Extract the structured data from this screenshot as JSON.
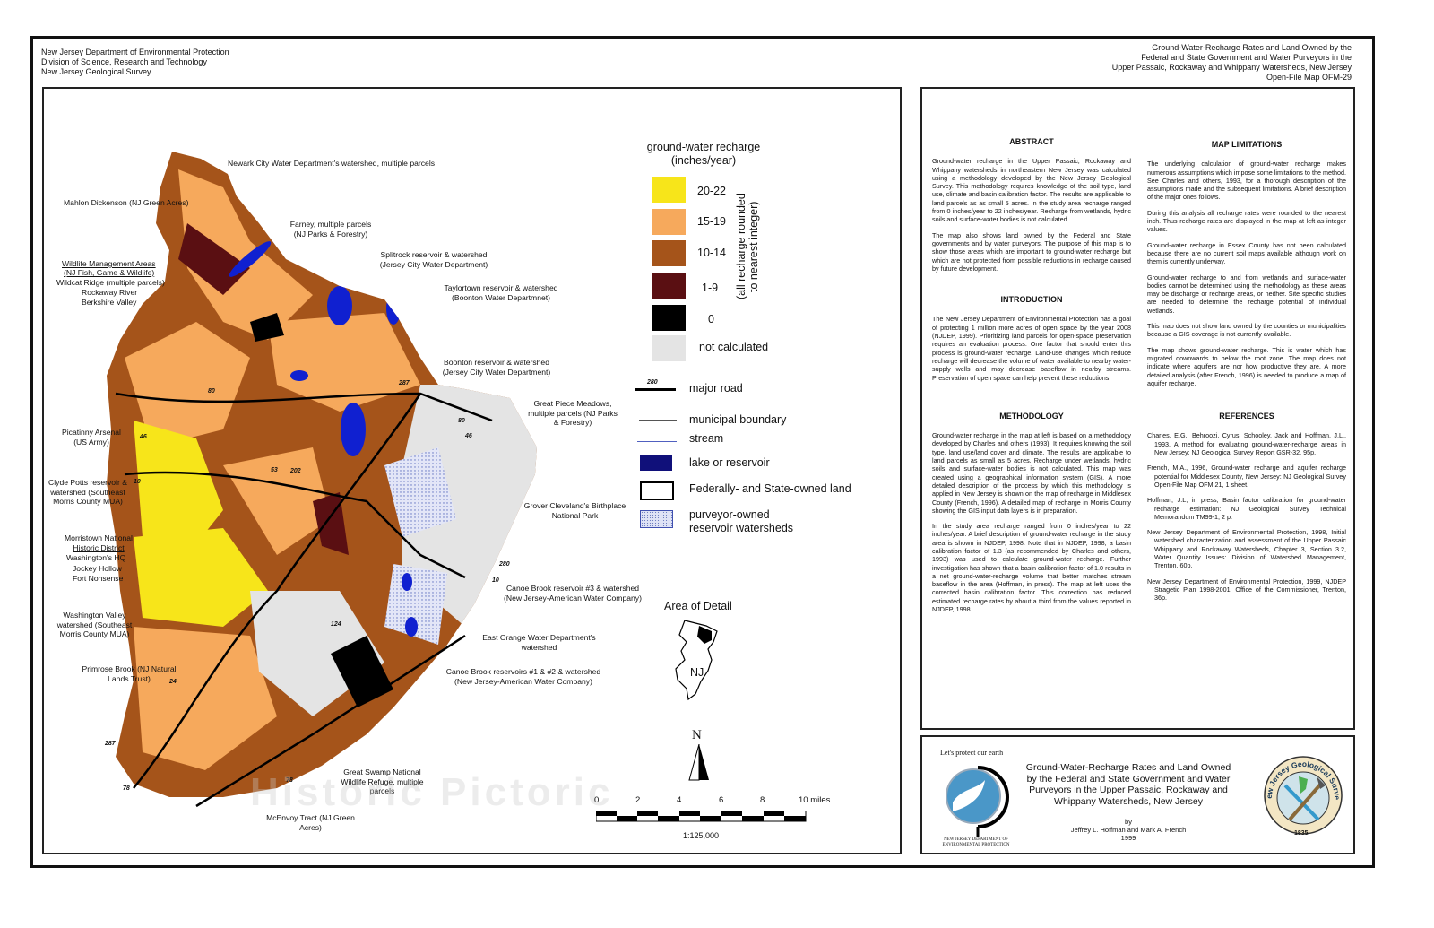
{
  "header": {
    "left": [
      "New Jersey Department of Environmental Protection",
      "Division of Science, Research and Technology",
      "New Jersey Geological Survey"
    ],
    "right": [
      "Ground-Water-Recharge Rates and Land Owned by the",
      "Federal and State Government and Water Purveyors in the",
      "Upper Passaic, Rockaway and Whippany Watersheds, New Jersey",
      "Open-File Map OFM-29"
    ]
  },
  "legend": {
    "title": "ground-water recharge (inches/year)",
    "rounding_note": "(all recharge rounded to nearest integer)",
    "classes": [
      {
        "label": "20-22",
        "color": "#f7e51a"
      },
      {
        "label": "15-19",
        "color": "#f6a95c"
      },
      {
        "label": "10-14",
        "color": "#a5541a"
      },
      {
        "label": "1-9",
        "color": "#5a0f12"
      },
      {
        "label": "0",
        "color": "#000000"
      },
      {
        "label": "not calculated",
        "color": "#e4e4e4"
      }
    ],
    "road_sample_number": "280",
    "items": {
      "major_road": "major road",
      "municipal_boundary": "municipal boundary",
      "stream": "stream",
      "lake": "lake or reservoir",
      "federal_state_land": "Federally- and State-owned land",
      "purveyor": "purveyor-owned reservoir watersheds"
    },
    "colors": {
      "lake": "#10107a",
      "stream": "#5060c0",
      "purveyor_fill": "#dfe3f6"
    }
  },
  "map_labels": {
    "newark": "Newark City Water Department's watershed, multiple parcels",
    "mahlon": "Mahlon Dickenson (NJ Green Acres)",
    "farney": "Farney, multiple parcels (NJ Parks & Forestry)",
    "splitrock": "Splitrock reservoir & watershed (Jersey City Water Department)",
    "wma1": "Wildlife Management Areas",
    "wma2": "(NJ Fish, Game & Wildlife)",
    "wildcat": "Wildcat Ridge (multiple parcels)",
    "rockaway": "Rockaway River",
    "berkshire": "Berkshire Valley",
    "taylortown": "Taylortown reservoir & watershed (Boonton Water Departmnet)",
    "boonton": "Boonton reservoir & watershed (Jersey City Water Department)",
    "greatpiece": "Great Piece Meadows, multiple parcels (NJ Parks & Forestry)",
    "picatinny": "Picatinny Arsenal (US Army)",
    "clyde": "Clyde Potts reservoir & watershed (Southeast Morris County MUA)",
    "grover": "Grover Cleveland's Birthplace National Park",
    "morristown": "Morristown National Historic District",
    "washhq": "Washington's HQ",
    "jockey": "Jockey Hollow",
    "fortnonsense": "Fort Nonsense",
    "canoe3": "Canoe Brook reservoir #3 & watershed (New Jersey-American Water Company)",
    "washvalley": "Washington Valley watershed (Southeast Morris County MUA)",
    "eastorange": "East Orange Water Department's watershed",
    "canoe12": "Canoe Brook reservoirs #1 & #2  & watershed (New Jersey-American Water Company)",
    "primrose": "Primrose Brook (NJ Natural Lands Trust)",
    "greatswamp": "Great Swamp National Wildlife Refuge, multiple parcels",
    "mcenvoy": "McEnvoy Tract (NJ Green Acres)"
  },
  "road_numbers": [
    "287",
    "80",
    "46",
    "80",
    "46",
    "10",
    "53",
    "202",
    "280",
    "10",
    "24",
    "124",
    "287",
    "78",
    "78"
  ],
  "area_of_detail": {
    "title": "Area of Detail",
    "state": "NJ"
  },
  "north": "N",
  "scale": {
    "ticks": [
      "0",
      "2",
      "4",
      "6",
      "8",
      "10 miles"
    ],
    "ratio": "1:125,000"
  },
  "text": {
    "abstract_title": "ABSTRACT",
    "abstract": [
      "Ground-water recharge in the Upper Passaic, Rockaway and Whippany watersheds in northeastern New Jersey was calculated using a methodology developed by the New Jersey Geological Survey. This methodology requires knowledge of the soil type, land use, climate and basin calibration factor. The results are applicable to land parcels as as small 5 acres. In the study area recharge ranged from 0 inches/year to 22 inches/year. Recharge from wetlands, hydric soils and surface-water bodies is not calculated.",
      "The map also shows land owned by the Federal and State governments and by water purveyors. The purpose of this map is to show those areas which are important to ground-water recharge but which are not protected from possible reductions in recharge caused by future development."
    ],
    "intro_title": "INTRODUCTION",
    "intro": [
      "The New Jersey Department of Environmental Protection has a goal of protecting 1 million more acres of open space by the year 2008 (NJDEP, 1999). Prioritizing land parcels for open-space preservation requires an evaluation process. One factor that should enter this process is ground-water recharge. Land-use changes which reduce recharge will decrease the volume of water available to nearby water-supply wells and may decrease baseflow in nearby streams. Preservation of open space can help prevent these reductions."
    ],
    "method_title": "METHODOLOGY",
    "method": [
      "Ground-water recharge in the map at left is based on a methodology developed by Charles and others (1993). It requires knowing the soil type, land use/land cover and climate. The results are applicable to land parcels as small as 5 acres. Recharge under wetlands, hydric soils and surface-water bodies is not calculated. This map was created using a geographical information system (GIS). A more detailed description of the process by which this methodology is applied in New Jersey is shown on the map of recharge in Middlesex County (French, 1996). A detailed map of recharge in Morris County showing the GIS input data layers is in preparation.",
      "In the study area recharge ranged from 0 inches/year to 22 inches/year. A brief description of ground-water recharge in the study area is shown in NJDEP, 1998. Note that in NJDEP, 1998, a basin calibration factor of 1.3 (as recommended by Charles and others, 1993) was used to calculate ground-water recharge. Further investigation has shown that a basin calibration factor of 1.0 results in a net ground-water-recharge volume that better matches stream baseflow in the area (Hoffman, in press). The map at left uses the corrected basin calibration factor. This correction has reduced estimated recharge rates by about a third from the values reported in NJDEP, 1998."
    ],
    "limits_title": "MAP LIMITATIONS",
    "limits": [
      "The underlying calculation of ground-water recharge makes numerous assumptions which impose some limitations to the method. See Charles and others, 1993, for a thorough description of the assumptions made and the subsequent limitations. A brief description of the major ones follows.",
      "During this analysis all recharge rates were rounded to the nearest inch. Thus recharge rates are displayed in the map at left as integer values.",
      "Ground-water recharge in Essex County has not been calculated because there are no current soil maps available although work on them is currently underway.",
      "Ground-water recharge to and from wetlands and surface-water bodies cannot be determined using the methodology as these areas may be discharge or recharge areas, or neither. Site specific studies are needed to determine the recharge potential of individual wetlands.",
      "This map does not show land owned by the counties or municipalities because a GIS coverage is not currently available.",
      "The map shows ground-water recharge. This is water which has migrated downwards to below the root zone. The map does not indicate where aquifers are nor how productive they are. A more detailed analysis (after French, 1996) is needed to produce a map of aquifer recharge."
    ],
    "refs_title": "REFERENCES",
    "refs": [
      "Charles, E.G., Behroozi, Cyrus, Schooley, Jack  and Hoffman, J.L., 1993, A method for evaluating ground-water-recharge areas in New Jersey: NJ Geological Survey Report GSR-32, 95p.",
      "French, M.A., 1996, Ground-water recharge and aquifer recharge potential for Middlesex County, New Jersey: NJ Geological Survey Open-File Map OFM 21, 1 sheet.",
      "Hoffman, J.L, in press, Basin factor calibration for ground-water recharge estimation: NJ Geological Survey Technical Memorandum TM99-1, 2 p.",
      "New Jersey Department of Environmental Protection, 1998, Initial watershed characterization and assessment of the Upper Passaic Whippany and Rockaway Watersheds, Chapter 3, Section 3.2, Water Quantity Issues: Division of Watershed Management, Trenton, 60p.",
      "New Jersey Department of Environmental Protection, 1999, NJDEP Stragetic Plan 1998-2001: Office of the Commissioner, Trenton, 36p."
    ]
  },
  "title_block": {
    "slogan": "Let's protect our earth",
    "title": "Ground-Water-Recharge Rates and Land Owned by the Federal and State Government and Water Purveyors in the Upper Passaic, Rockaway and Whippany Watersheds, New Jersey",
    "by": "by",
    "authors": "Jeffrey L. Hoffman and Mark A. French",
    "year": "1999",
    "dep_logo_text": "NEW JERSEY DEPARTMENT OF ENVIRONMENTAL PROTECTION",
    "ngs_seal_text": "New Jersey Geological Survey",
    "ngs_seal_year": "1835"
  },
  "watermark": "Historic Pictoric"
}
